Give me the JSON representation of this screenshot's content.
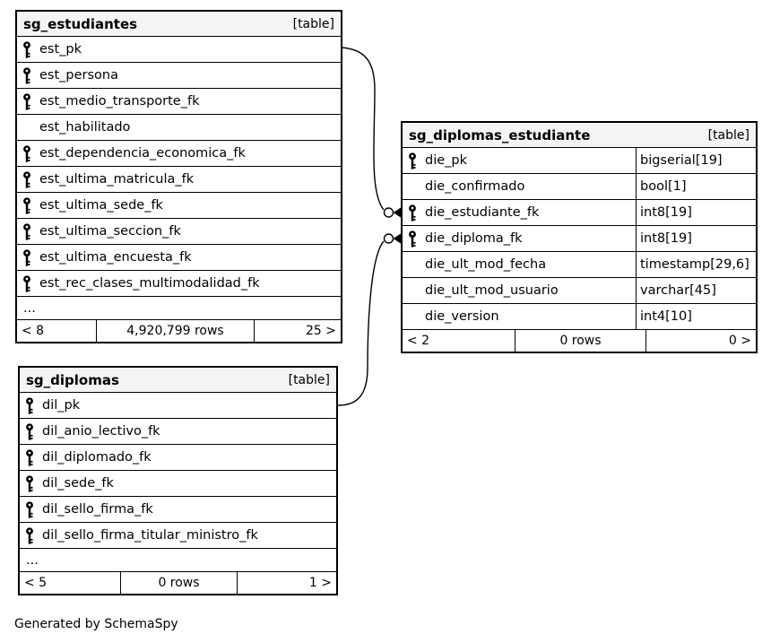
{
  "generator_note": "Generated by SchemaSpy",
  "colors": {
    "primary_key_icon": "#e2e200",
    "foreign_key_icon": "#c9c9c9",
    "header_background": "#f4f4f4",
    "border": "#000000"
  },
  "tables": [
    {
      "name": "sg_estudiantes",
      "tag": "[table]",
      "columns": [
        {
          "name": "est_pk",
          "icon": "primary-key"
        },
        {
          "name": "est_persona",
          "icon": "foreign-key"
        },
        {
          "name": "est_medio_transporte_fk",
          "icon": "foreign-key"
        },
        {
          "name": "est_habilitado",
          "icon": "none"
        },
        {
          "name": "est_dependencia_economica_fk",
          "icon": "foreign-key"
        },
        {
          "name": "est_ultima_matricula_fk",
          "icon": "foreign-key"
        },
        {
          "name": "est_ultima_sede_fk",
          "icon": "foreign-key"
        },
        {
          "name": "est_ultima_seccion_fk",
          "icon": "foreign-key"
        },
        {
          "name": "est_ultima_encuesta_fk",
          "icon": "foreign-key"
        },
        {
          "name": "est_rec_clases_multimodalidad_fk",
          "icon": "foreign-key"
        }
      ],
      "truncated_marker": "...",
      "footer": {
        "prev": "< 8",
        "rows": "4,920,799 rows",
        "next": "25 >"
      }
    },
    {
      "name": "sg_diplomas_estudiante",
      "tag": "[table]",
      "columns": [
        {
          "name": "die_pk",
          "type": "bigserial[19]",
          "icon": "primary-key"
        },
        {
          "name": "die_confirmado",
          "type": "bool[1]",
          "icon": "none"
        },
        {
          "name": "die_estudiante_fk",
          "type": "int8[19]",
          "icon": "foreign-key"
        },
        {
          "name": "die_diploma_fk",
          "type": "int8[19]",
          "icon": "foreign-key"
        },
        {
          "name": "die_ult_mod_fecha",
          "type": "timestamp[29,6]",
          "icon": "none"
        },
        {
          "name": "die_ult_mod_usuario",
          "type": "varchar[45]",
          "icon": "none"
        },
        {
          "name": "die_version",
          "type": "int4[10]",
          "icon": "none"
        }
      ],
      "footer": {
        "prev": "< 2",
        "rows": "0 rows",
        "next": "0 >"
      }
    },
    {
      "name": "sg_diplomas",
      "tag": "[table]",
      "columns": [
        {
          "name": "dil_pk",
          "icon": "primary-key"
        },
        {
          "name": "dil_anio_lectivo_fk",
          "icon": "foreign-key"
        },
        {
          "name": "dil_diplomado_fk",
          "icon": "foreign-key"
        },
        {
          "name": "dil_sede_fk",
          "icon": "foreign-key"
        },
        {
          "name": "dil_sello_firma_fk",
          "icon": "foreign-key"
        },
        {
          "name": "dil_sello_firma_titular_ministro_fk",
          "icon": "foreign-key"
        }
      ],
      "truncated_marker": "...",
      "footer": {
        "prev": "< 5",
        "rows": "0 rows",
        "next": "1 >"
      }
    }
  ],
  "relationships": [
    {
      "from": "sg_estudiantes.est_pk",
      "to": "sg_diplomas_estudiante.die_estudiante_fk",
      "end_marker": "circle-arrow"
    },
    {
      "from": "sg_diplomas.dil_pk",
      "to": "sg_diplomas_estudiante.die_diploma_fk",
      "end_marker": "circle-arrow"
    }
  ]
}
